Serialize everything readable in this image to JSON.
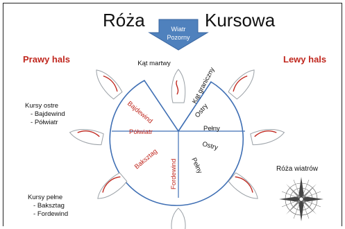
{
  "title": {
    "left": "Róża",
    "right": "Kursowa"
  },
  "arrow": {
    "line1": "Wiatr",
    "line2": "Pozorny"
  },
  "side_labels": {
    "left": "Prawy hals",
    "right": "Lewy hals"
  },
  "labels": {
    "kat_martwy": "Kąt martwy",
    "kat_graniczny": "Kąt graniczny",
    "bajdewind": "Bajdewind",
    "polwiatr": "Półwiatr",
    "baksztag": "Baksztag",
    "fordewind": "Fordewind",
    "ostry_top": "Ostry",
    "pelny_mid": "Pełny",
    "ostry_mid": "Ostry",
    "pelny_bottom": "Pełny"
  },
  "notes": {
    "sharp": {
      "title": "Kursy ostre",
      "items": [
        "Bajdewind",
        "Półwiatr"
      ]
    },
    "full": {
      "title": "Kursy pełne",
      "items": [
        "Baksztag",
        "Fordewind"
      ]
    }
  },
  "compass": {
    "label": "Róża wiatrów"
  },
  "colors": {
    "red": "#c0271e",
    "blue": "#3f6fb4",
    "arrow": "#4f81bd"
  }
}
